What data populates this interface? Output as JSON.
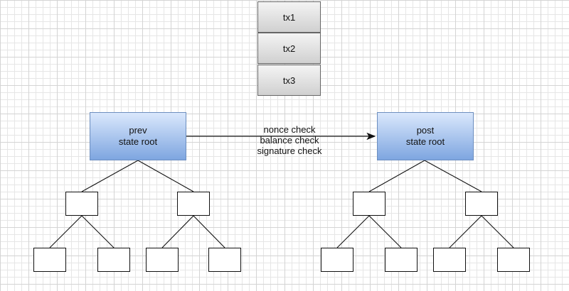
{
  "transactions": [
    "tx1",
    "tx2",
    "tx3"
  ],
  "prev_root": {
    "line1": "prev",
    "line2": "state root"
  },
  "post_root": {
    "line1": "post",
    "line2": "state root"
  },
  "checks": [
    "nonce check",
    "balance check",
    "signature check"
  ],
  "colors": {
    "root_fill_top": "#dae8fc",
    "root_fill_bottom": "#7ea6e0",
    "root_border": "#6c8ebf",
    "tx_fill_top": "#f4f4f4",
    "tx_fill_bottom": "#d0d0d0",
    "tx_border": "#666666"
  }
}
